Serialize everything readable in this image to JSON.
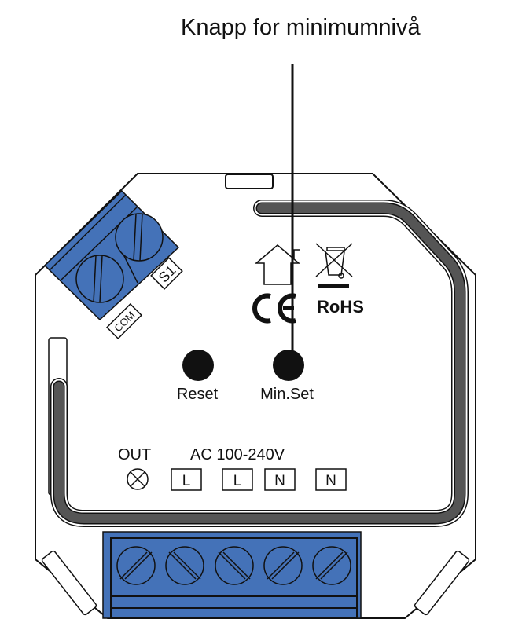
{
  "title": "Knapp for minimumnivå",
  "colors": {
    "terminal_blue": "#4472b8",
    "gasket_gray": "#555555",
    "outline": "#111111"
  },
  "buttons": [
    {
      "label": "Reset",
      "icon": "round-push-button"
    },
    {
      "label": "Min.Set",
      "icon": "round-push-button"
    }
  ],
  "labels": {
    "out": "OUT",
    "ac": "AC 100-240V",
    "terminals": [
      "L",
      "L",
      "N",
      "N"
    ],
    "s1": "S1",
    "com": "COM"
  },
  "marks": {
    "rohs": "RoHS",
    "ce": "CE",
    "icons": [
      "indoor-use-house-icon",
      "weee-crossed-bin-icon",
      "ce-mark-icon",
      "lamp-output-icon"
    ]
  }
}
